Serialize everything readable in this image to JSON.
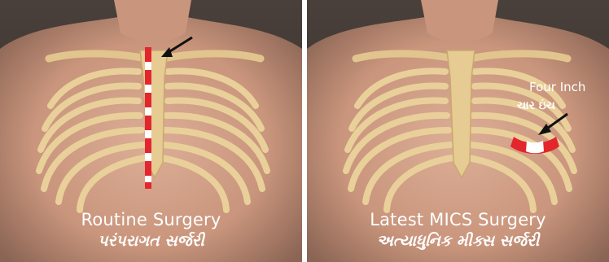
{
  "panels": [
    {
      "caption_en": "Routine Surgery",
      "caption_gu": "પરંપરાગત સર્જરી"
    },
    {
      "caption_en": "Latest MICS Surgery",
      "caption_gu": "અત્યાધુનિક મીક્સ સર્જરી",
      "annotation_en": "Four Inch",
      "annotation_gu": "ચાર ઇંચ"
    }
  ],
  "colors": {
    "incision_red": "#e3262e",
    "bone": "#e9d09a",
    "skin": "#cf9d86",
    "background": "#3b3431"
  }
}
